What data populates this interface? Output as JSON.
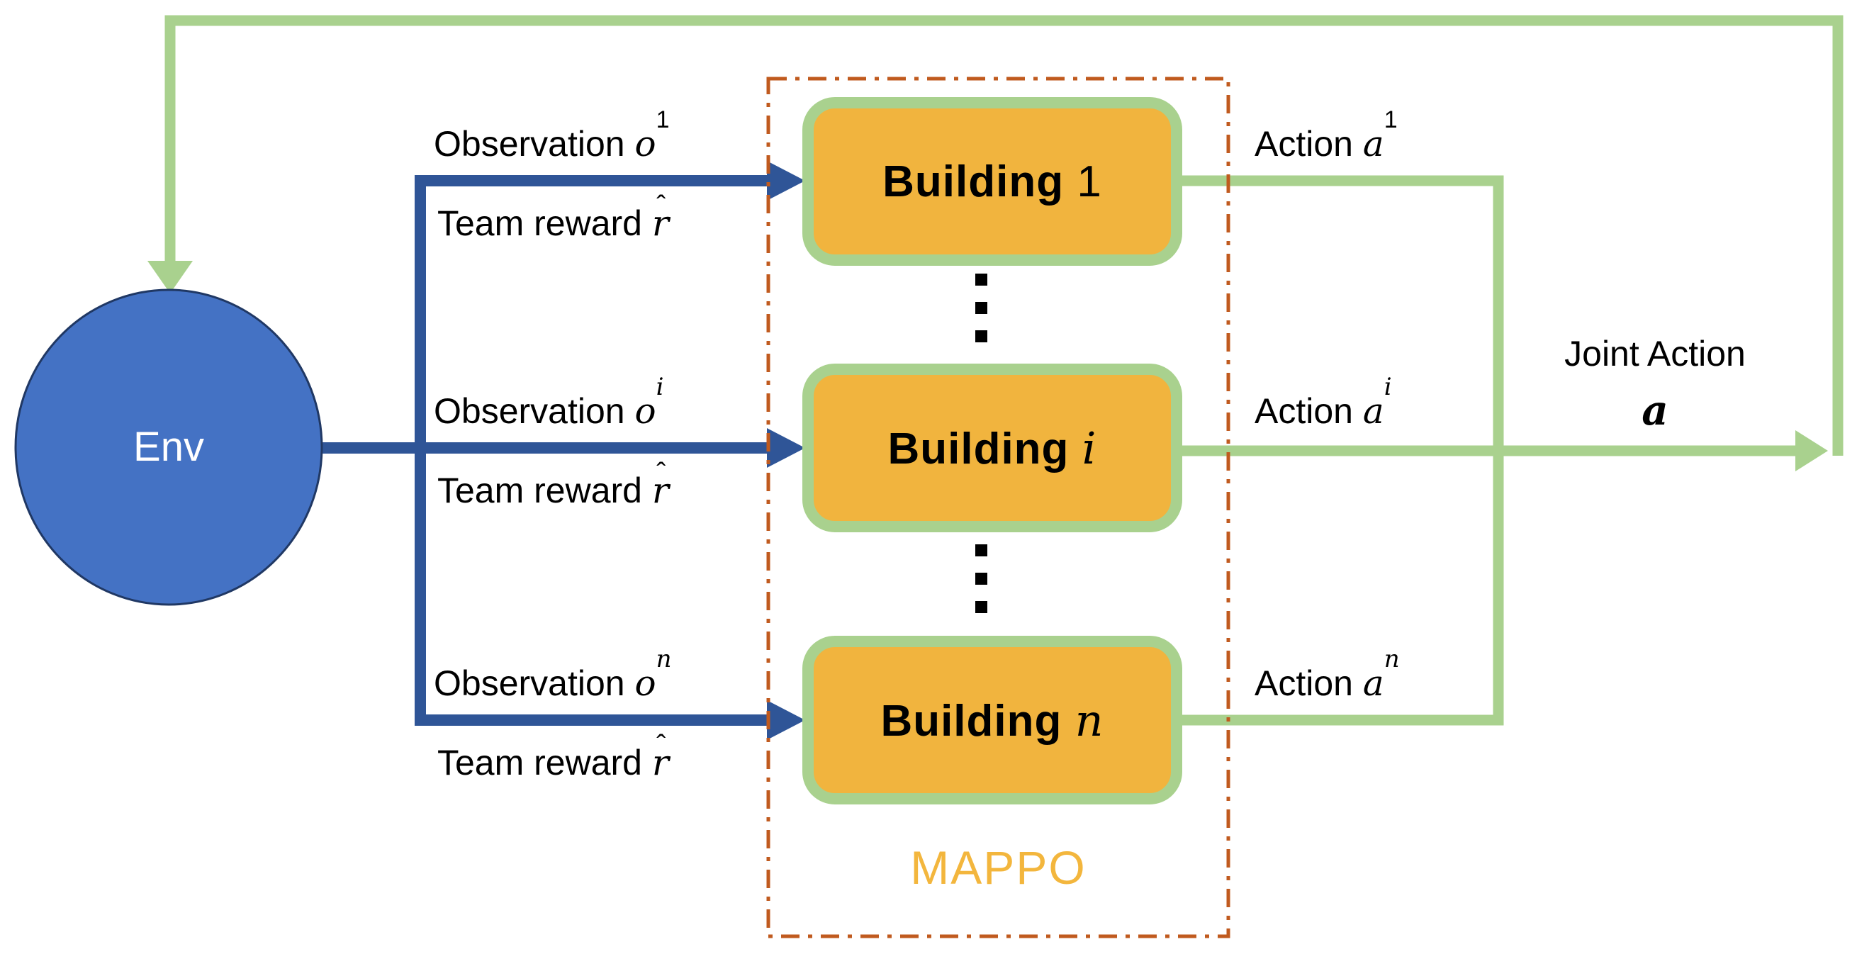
{
  "title": "MAPPO multi-agent reinforcement learning architecture diagram",
  "colors": {
    "env_fill": "#4472C4",
    "env_border": "#203864",
    "observation_line": "#2F5597",
    "action_line": "#A9D18E",
    "building_fill": "#F1B43E",
    "building_border": "#A9D18E",
    "mappo_dashed_border": "#C05A1E",
    "mappo_label_color": "#F3B63D",
    "label_color": "#000000"
  },
  "icons": {
    "observation_arrowhead": "blue right-pointing triangle",
    "feedback_down_arrowhead": "green down-pointing triangle",
    "joint_action_arrowhead": "green right-pointing triangle",
    "vertical_ellipsis": "three stacked black squares"
  },
  "env": {
    "label": "Env"
  },
  "mappo": {
    "label": "MAPPO"
  },
  "joint_action": {
    "label": "Joint Action",
    "symbol": "a"
  },
  "rows": [
    {
      "observation_prefix": "Observation",
      "observation_symbol": "o",
      "observation_sup": "1",
      "reward_prefix": "Team reward",
      "reward_symbol": "r",
      "reward_hat": "ˆ",
      "building_prefix": "Building",
      "building_index": "1",
      "action_prefix": "Action",
      "action_symbol": "a",
      "action_sup": "1"
    },
    {
      "observation_prefix": "Observation",
      "observation_symbol": "o",
      "observation_sup": "i",
      "reward_prefix": "Team reward",
      "reward_symbol": "r",
      "reward_hat": "ˆ",
      "building_prefix": "Building",
      "building_index": "i",
      "action_prefix": "Action",
      "action_symbol": "a",
      "action_sup": "i"
    },
    {
      "observation_prefix": "Observation",
      "observation_symbol": "o",
      "observation_sup": "n",
      "reward_prefix": "Team reward",
      "reward_symbol": "r",
      "reward_hat": "ˆ",
      "building_prefix": "Building",
      "building_index": "n",
      "action_prefix": "Action",
      "action_symbol": "a",
      "action_sup": "n"
    }
  ]
}
